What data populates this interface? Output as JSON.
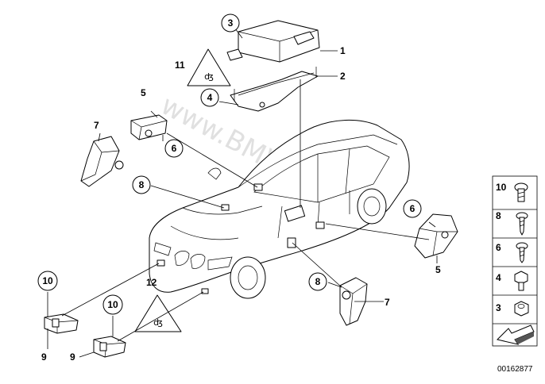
{
  "watermark": "www.BMWstore.pl",
  "document_number": "00162877",
  "callouts": {
    "c1": "1",
    "c2": "2",
    "c3": "3",
    "c4": "4",
    "c5a": "5",
    "c5b": "5",
    "c6a": "6",
    "c6b": "6",
    "c7a": "7",
    "c7b": "7",
    "c8a": "8",
    "c8b": "8",
    "c9a": "9",
    "c9b": "9",
    "c10a": "10",
    "c10b": "10",
    "c11": "11",
    "c12": "12"
  },
  "legend": [
    "10",
    "8",
    "6",
    "4",
    "3"
  ]
}
